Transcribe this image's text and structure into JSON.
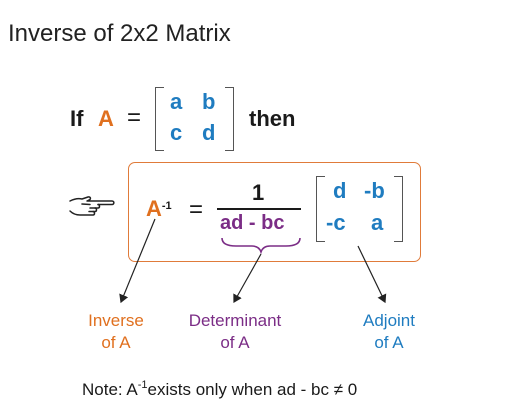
{
  "title": "Inverse of 2x2 Matrix",
  "statement": {
    "if_word": "If",
    "matrix_name": "A",
    "equals": "=",
    "matrix": {
      "a": "a",
      "b": "b",
      "c": "c",
      "d": "d"
    },
    "then_word": "then"
  },
  "result": {
    "lhs_name": "A",
    "lhs_power": "-1",
    "equals": "=",
    "numerator": "1",
    "denominator": "ad - bc",
    "adjoint": {
      "r1c1": "d",
      "r1c2": "-b",
      "r2c1": "-c",
      "r2c2": "a"
    }
  },
  "labels": {
    "inverse": {
      "line1": "Inverse",
      "line2": "of A"
    },
    "determinant": {
      "line1": "Determinant",
      "line2": "of A"
    },
    "adjoint": {
      "line1": "Adjoint",
      "line2": "of A"
    }
  },
  "note": {
    "prefix": "Note: A",
    "power": "-1",
    "suffix": "exists only when ad - bc ≠ 0"
  },
  "icons": {
    "pointer": "pointing-hand-icon"
  },
  "colors": {
    "orange": "#e0701f",
    "blue": "#1f7cc0",
    "purple": "#7b2d86",
    "box_border": "#e07b3a"
  }
}
